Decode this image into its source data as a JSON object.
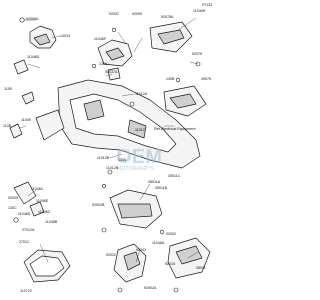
{
  "diagram_code": "F2133",
  "watermark": {
    "brand": "OEM",
    "subtitle": "MOTORPARTS"
  },
  "labels": {
    "p92009a": "92009A",
    "p14024": "14024",
    "p11046d_a": "11046D",
    "p92037": "92037",
    "p92009_a": "92009",
    "p11046f": "11046F",
    "p92075a": "92075A",
    "p11049h": "11049H",
    "p1306_a": "1306",
    "p92037a": "92037A",
    "p92075": "92075",
    "p130b": "130B",
    "p49075": "49075",
    "p1105": "1105",
    "p110b": "110B",
    "p11049": "11049",
    "p11012a": "11012A",
    "p11012": "11012",
    "p11012b_a": "11012B",
    "p11012b_b": "11012B",
    "p11046c": "11046C",
    "p11046e": "11046E",
    "p92009_b": "92009",
    "p130c": "130C",
    "p11046d_b": "11046D",
    "p11046c_b": "11046C",
    "p11046b": "11046B",
    "p27012a": "27012A",
    "p27012": "27012",
    "p11072c": "11072C",
    "p1306_b": "1306",
    "p35011a": "35011A",
    "p35011b": "35011B",
    "p35011c": "35011C",
    "p92002b": "92002B",
    "p92002": "92002",
    "p11046a": "11046A",
    "p92015": "92015",
    "p92043": "92043",
    "p92002a": "92002A",
    "p35011": "35011",
    "p92022": "92022",
    "note_ref": "Ref.Electrical Equipment"
  },
  "colors": {
    "ink": "#1a1a1a",
    "fill": "#f4f4f4",
    "shade": "#cfcfcf",
    "watermark": "#9fbfd6"
  }
}
